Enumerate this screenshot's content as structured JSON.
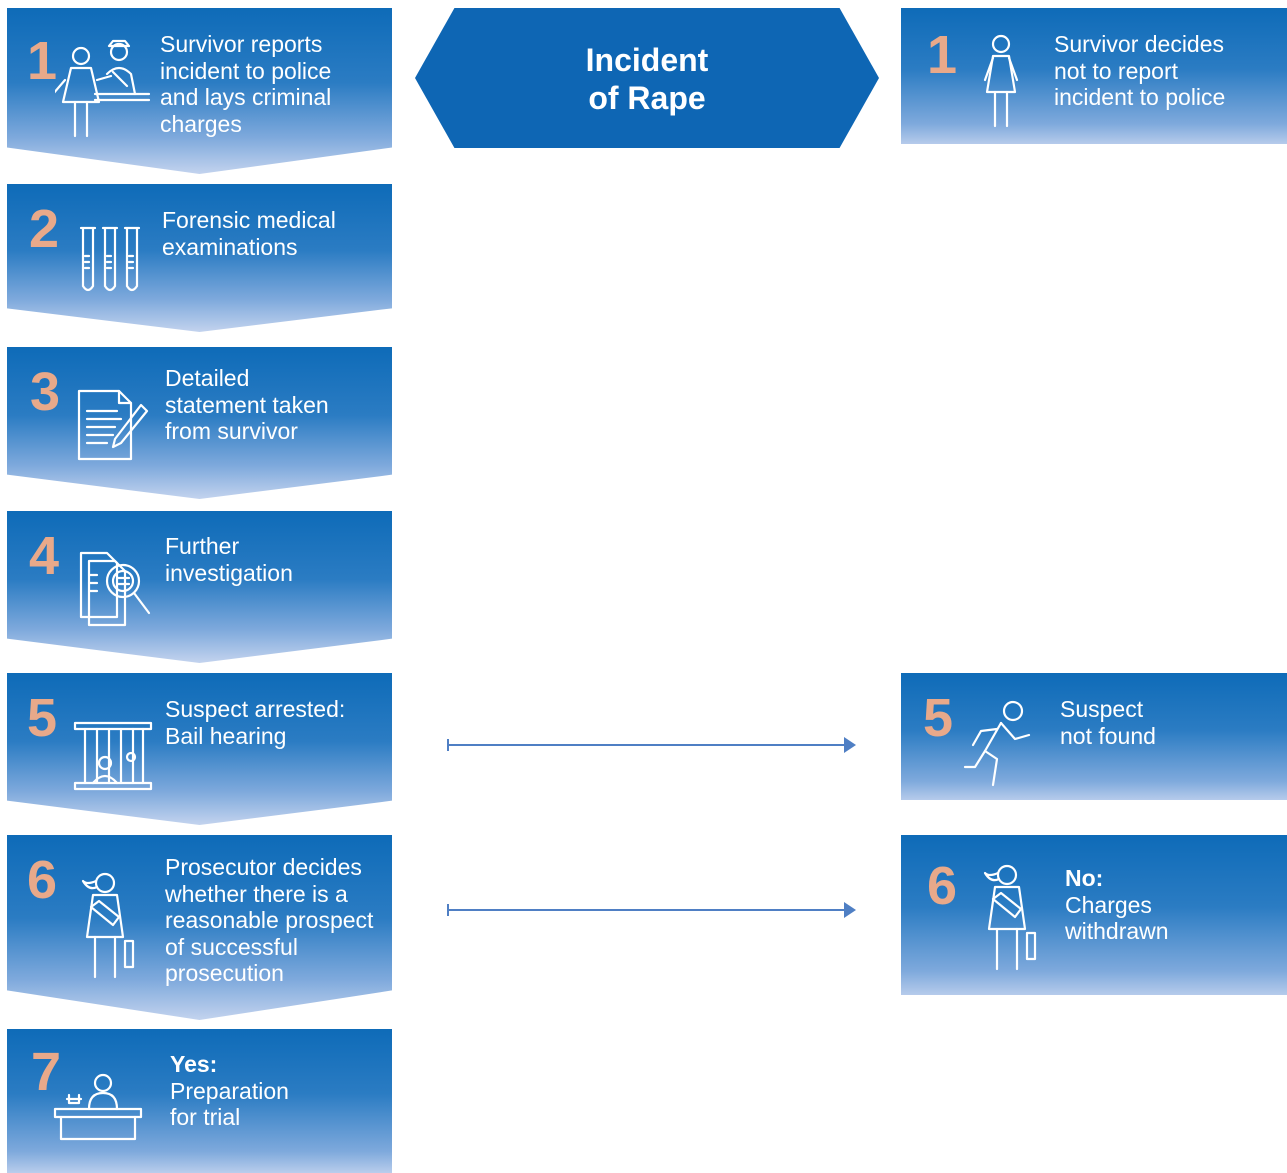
{
  "center": {
    "line1": "Incident",
    "line2": "of Rape"
  },
  "left_steps": [
    {
      "num": "1",
      "icon": "survivor-police-icon",
      "lines": [
        "Survivor reports",
        "incident to police",
        "and lays criminal",
        "charges"
      ]
    },
    {
      "num": "2",
      "icon": "test-tubes-icon",
      "lines": [
        "Forensic medical",
        "examinations"
      ]
    },
    {
      "num": "3",
      "icon": "document-pen-icon",
      "lines": [
        "Detailed",
        "statement taken",
        "from survivor"
      ]
    },
    {
      "num": "4",
      "icon": "document-search-icon",
      "lines": [
        "Further",
        "investigation"
      ]
    },
    {
      "num": "5",
      "icon": "jail-cell-icon",
      "lines": [
        "Suspect arrested:",
        "Bail hearing"
      ]
    },
    {
      "num": "6",
      "icon": "prosecutor-icon",
      "lines": [
        "Prosecutor decides",
        "whether there is a",
        "reasonable prospect",
        "of successful",
        "prosecution"
      ]
    },
    {
      "num": "7",
      "icon": "judge-bench-icon",
      "bold": "Yes:",
      "lines": [
        "Preparation",
        "for trial"
      ]
    }
  ],
  "right_boxes": [
    {
      "num": "1",
      "icon": "woman-icon",
      "lines": [
        "Survivor decides",
        "not to report",
        "incident to police"
      ]
    },
    {
      "num": "5",
      "icon": "running-man-icon",
      "lines": [
        "Suspect",
        "not found"
      ]
    },
    {
      "num": "6",
      "icon": "prosecutor-icon",
      "bold": "No:",
      "lines": [
        "Charges",
        "withdrawn"
      ]
    }
  ],
  "colors": {
    "dark_blue": "#0e66b4",
    "number": "#e8a98a",
    "arrow": "#4f7fc4"
  }
}
